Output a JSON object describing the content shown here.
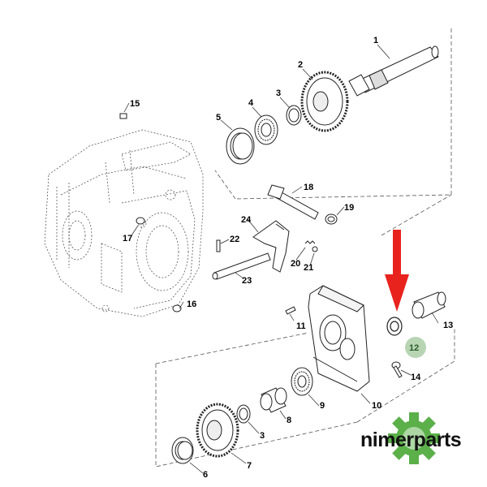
{
  "diagram": {
    "part_labels": {
      "p1": "1",
      "p2": "2",
      "p3a": "3",
      "p4": "4",
      "p5": "5",
      "p15": "15",
      "p17": "17",
      "p16": "16",
      "p18": "18",
      "p19": "19",
      "p24": "24",
      "p22": "22",
      "p20": "20",
      "p21": "21",
      "p23": "23",
      "p11": "11",
      "p10": "10",
      "p12": "12",
      "p13": "13",
      "p14": "14",
      "p9": "9",
      "p8": "8",
      "p3b": "3",
      "p7": "7",
      "p6": "6"
    },
    "highlighted_part": "12",
    "arrow_color": "#e8231e",
    "highlight_color": "#9fc79a"
  },
  "brand": {
    "name": "nimerparts",
    "gear_color": "#5bb04a"
  }
}
